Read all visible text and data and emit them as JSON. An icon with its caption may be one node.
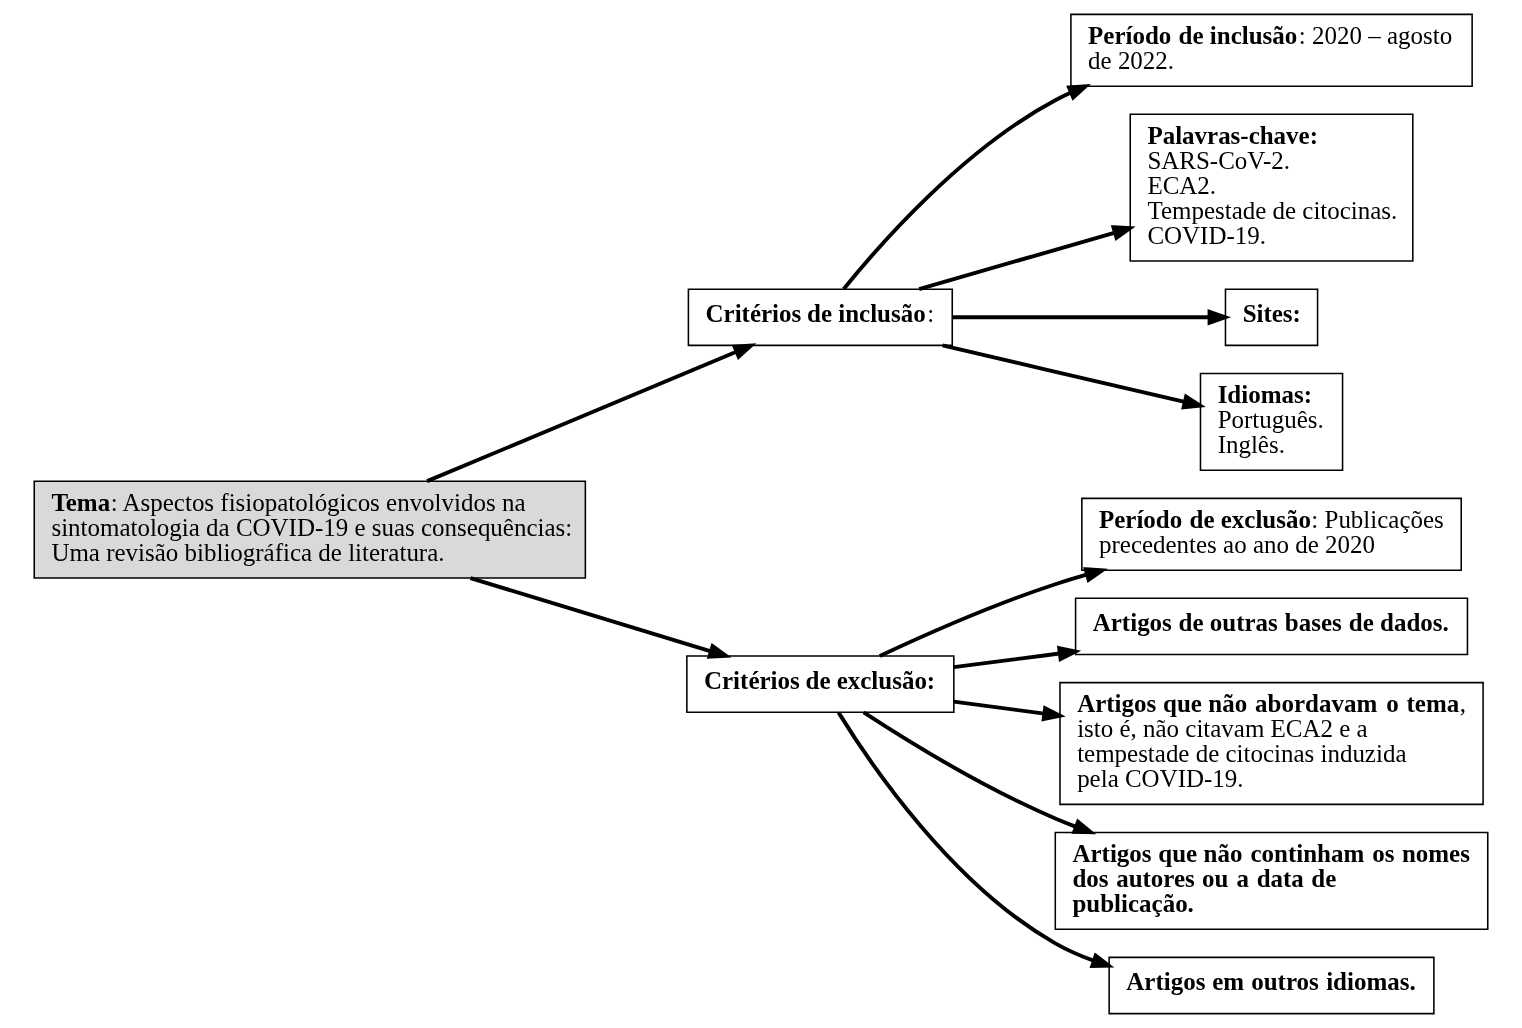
{
  "diagram": {
    "nodes": [
      {
        "text": [
          "**Tema**: Aspectos fisiopatológicos envolvidos na sintomatologia da COVID-19 e suas consequências: Uma revisão bibliográfica de literatura."
        ]
      },
      {
        "text": [
          "**Critérios de inclusão**:"
        ]
      },
      {
        "text": [
          "**Período de inclusão**: 2020 – agosto de 2022."
        ]
      },
      {
        "text": [
          "**Palavras-chave:**",
          "SARS-CoV-2.",
          "ECA2.",
          "Tempestade de citocinas.",
          "COVID-19."
        ]
      },
      {
        "text": [
          "**Sites:**"
        ]
      },
      {
        "text": [
          "**Idiomas:**",
          "Português.",
          "Inglês."
        ]
      },
      {
        "text": [
          "**Critérios de exclusão:**"
        ]
      },
      {
        "text": [
          "**Período de exclusão**: Publicações precedentes ao ano de 2020"
        ]
      },
      {
        "text": [
          "**Artigos de outras bases de dados.**"
        ]
      },
      {
        "text": [
          "**Artigos que não abordavam o tema**, isto é, não citavam ECA2 e a tempestade de citocinas induzida pela COVID-19."
        ]
      },
      {
        "text": [
          "**Artigos que não continham os nomes dos autores ou a data de publicação.**"
        ]
      },
      {
        "text": [
          "**Artigos em outros idiomas.**"
        ]
      }
    ],
    "edges": [
      {
        "from": 0,
        "to": 1,
        "arrow": "to"
      },
      {
        "from": 0,
        "to": 6,
        "arrow": "to"
      },
      {
        "from": 1,
        "to": 2,
        "arrow": "to"
      },
      {
        "from": 1,
        "to": 3,
        "arrow": "to"
      },
      {
        "from": 1,
        "to": 4,
        "arrow": "to"
      },
      {
        "from": 1,
        "to": 5,
        "arrow": "to"
      },
      {
        "from": 6,
        "to": 7,
        "arrow": "to"
      },
      {
        "from": 6,
        "to": 8,
        "arrow": "to"
      },
      {
        "from": 6,
        "to": 9,
        "arrow": "to"
      },
      {
        "from": 6,
        "to": 10,
        "arrow": "to"
      },
      {
        "from": 6,
        "to": 11,
        "arrow": "to"
      }
    ]
  }
}
